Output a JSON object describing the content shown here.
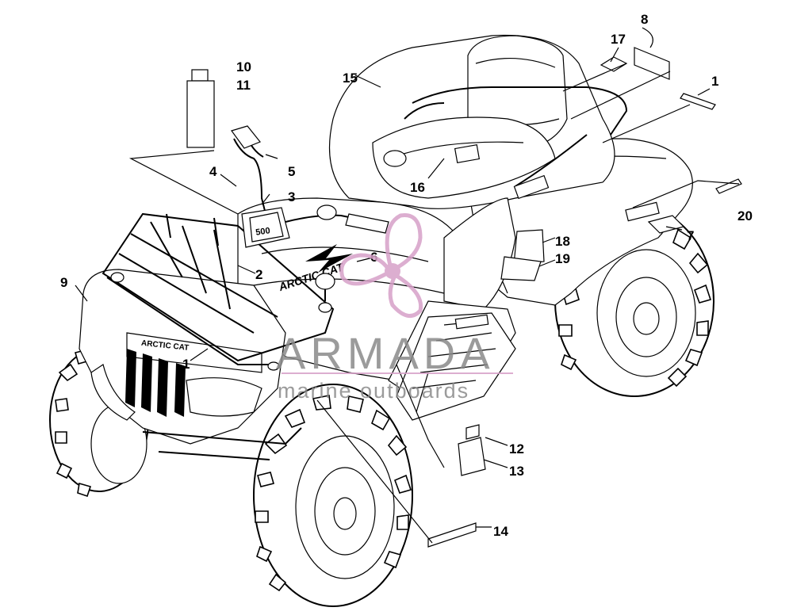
{
  "callouts": [
    {
      "id": "c8",
      "label": "8"
    },
    {
      "id": "c17",
      "label": "17"
    },
    {
      "id": "c1a",
      "label": "1"
    },
    {
      "id": "c10",
      "label": "10"
    },
    {
      "id": "c11",
      "label": "11"
    },
    {
      "id": "c15",
      "label": "15"
    },
    {
      "id": "c4",
      "label": "4"
    },
    {
      "id": "c5",
      "label": "5"
    },
    {
      "id": "c3",
      "label": "3"
    },
    {
      "id": "c16",
      "label": "16"
    },
    {
      "id": "c20",
      "label": "20"
    },
    {
      "id": "c7",
      "label": "7"
    },
    {
      "id": "c18",
      "label": "18"
    },
    {
      "id": "c19",
      "label": "19"
    },
    {
      "id": "c6",
      "label": "6"
    },
    {
      "id": "c2",
      "label": "2"
    },
    {
      "id": "c9",
      "label": "9"
    },
    {
      "id": "c1b",
      "label": "1"
    },
    {
      "id": "c12",
      "label": "12"
    },
    {
      "id": "c13",
      "label": "13"
    },
    {
      "id": "c14",
      "label": "14"
    }
  ],
  "vehicle_text": {
    "hood_logo": "ARCTIC CAT",
    "grille_badge": "ARCTIC CAT",
    "console_badge": "500"
  },
  "watermark": {
    "brand": "ARMADA",
    "tagline": "marine outboards",
    "color": "#d7a0c8"
  }
}
